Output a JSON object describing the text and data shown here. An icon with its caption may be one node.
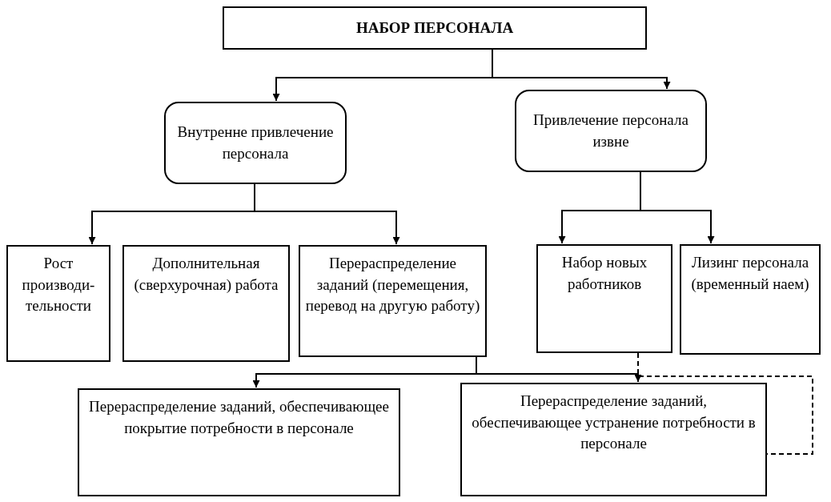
{
  "diagram": {
    "nodes": [
      {
        "text": [
          "НАБОР ПЕРСОНАЛА"
        ]
      },
      {
        "text": [
          "Внутренне привлечение персонала"
        ]
      },
      {
        "text": [
          "Привлечение персонала извне"
        ]
      },
      {
        "text": [
          "Рост производи-тельности"
        ]
      },
      {
        "text": [
          "Дополнительная (сверхурочная) работа"
        ]
      },
      {
        "text": [
          "Перераспределение заданий (перемещения, перевод на другую работу)"
        ]
      },
      {
        "text": [
          "Набор новых работников"
        ]
      },
      {
        "text": [
          "Лизинг персонала (временный наем)"
        ]
      },
      {
        "text": [
          "Перераспределение заданий, обеспечивающее покрытие потребности в персонале"
        ]
      },
      {
        "text": [
          "Перераспределение заданий, обеспечивающее устранение потребности в персонале"
        ]
      }
    ],
    "edges": [
      {
        "from": 0,
        "to": 1,
        "arrow": "to"
      },
      {
        "from": 0,
        "to": 2,
        "arrow": "to"
      },
      {
        "from": 1,
        "to": 3,
        "arrow": "to"
      },
      {
        "from": 1,
        "to": 5,
        "arrow": "to"
      },
      {
        "from": 2,
        "to": 6,
        "arrow": "to"
      },
      {
        "from": 2,
        "to": 7,
        "arrow": "to"
      },
      {
        "from": 5,
        "to": 8,
        "arrow": "to"
      },
      {
        "from": 5,
        "to": 9,
        "arrow": "to"
      },
      {
        "from": 6,
        "to": 9,
        "arrow": "none",
        "style": "dashed"
      }
    ]
  }
}
